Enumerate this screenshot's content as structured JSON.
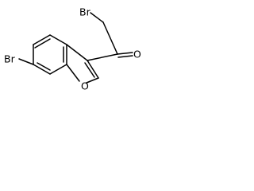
{
  "molecule": {
    "atoms": {
      "br_left": "Br",
      "br_top": "Br",
      "o_ring": "O",
      "o_carbonyl": "O"
    }
  },
  "colors": {
    "bond": "#000000",
    "text": "#000000",
    "background": "#ffffff"
  }
}
